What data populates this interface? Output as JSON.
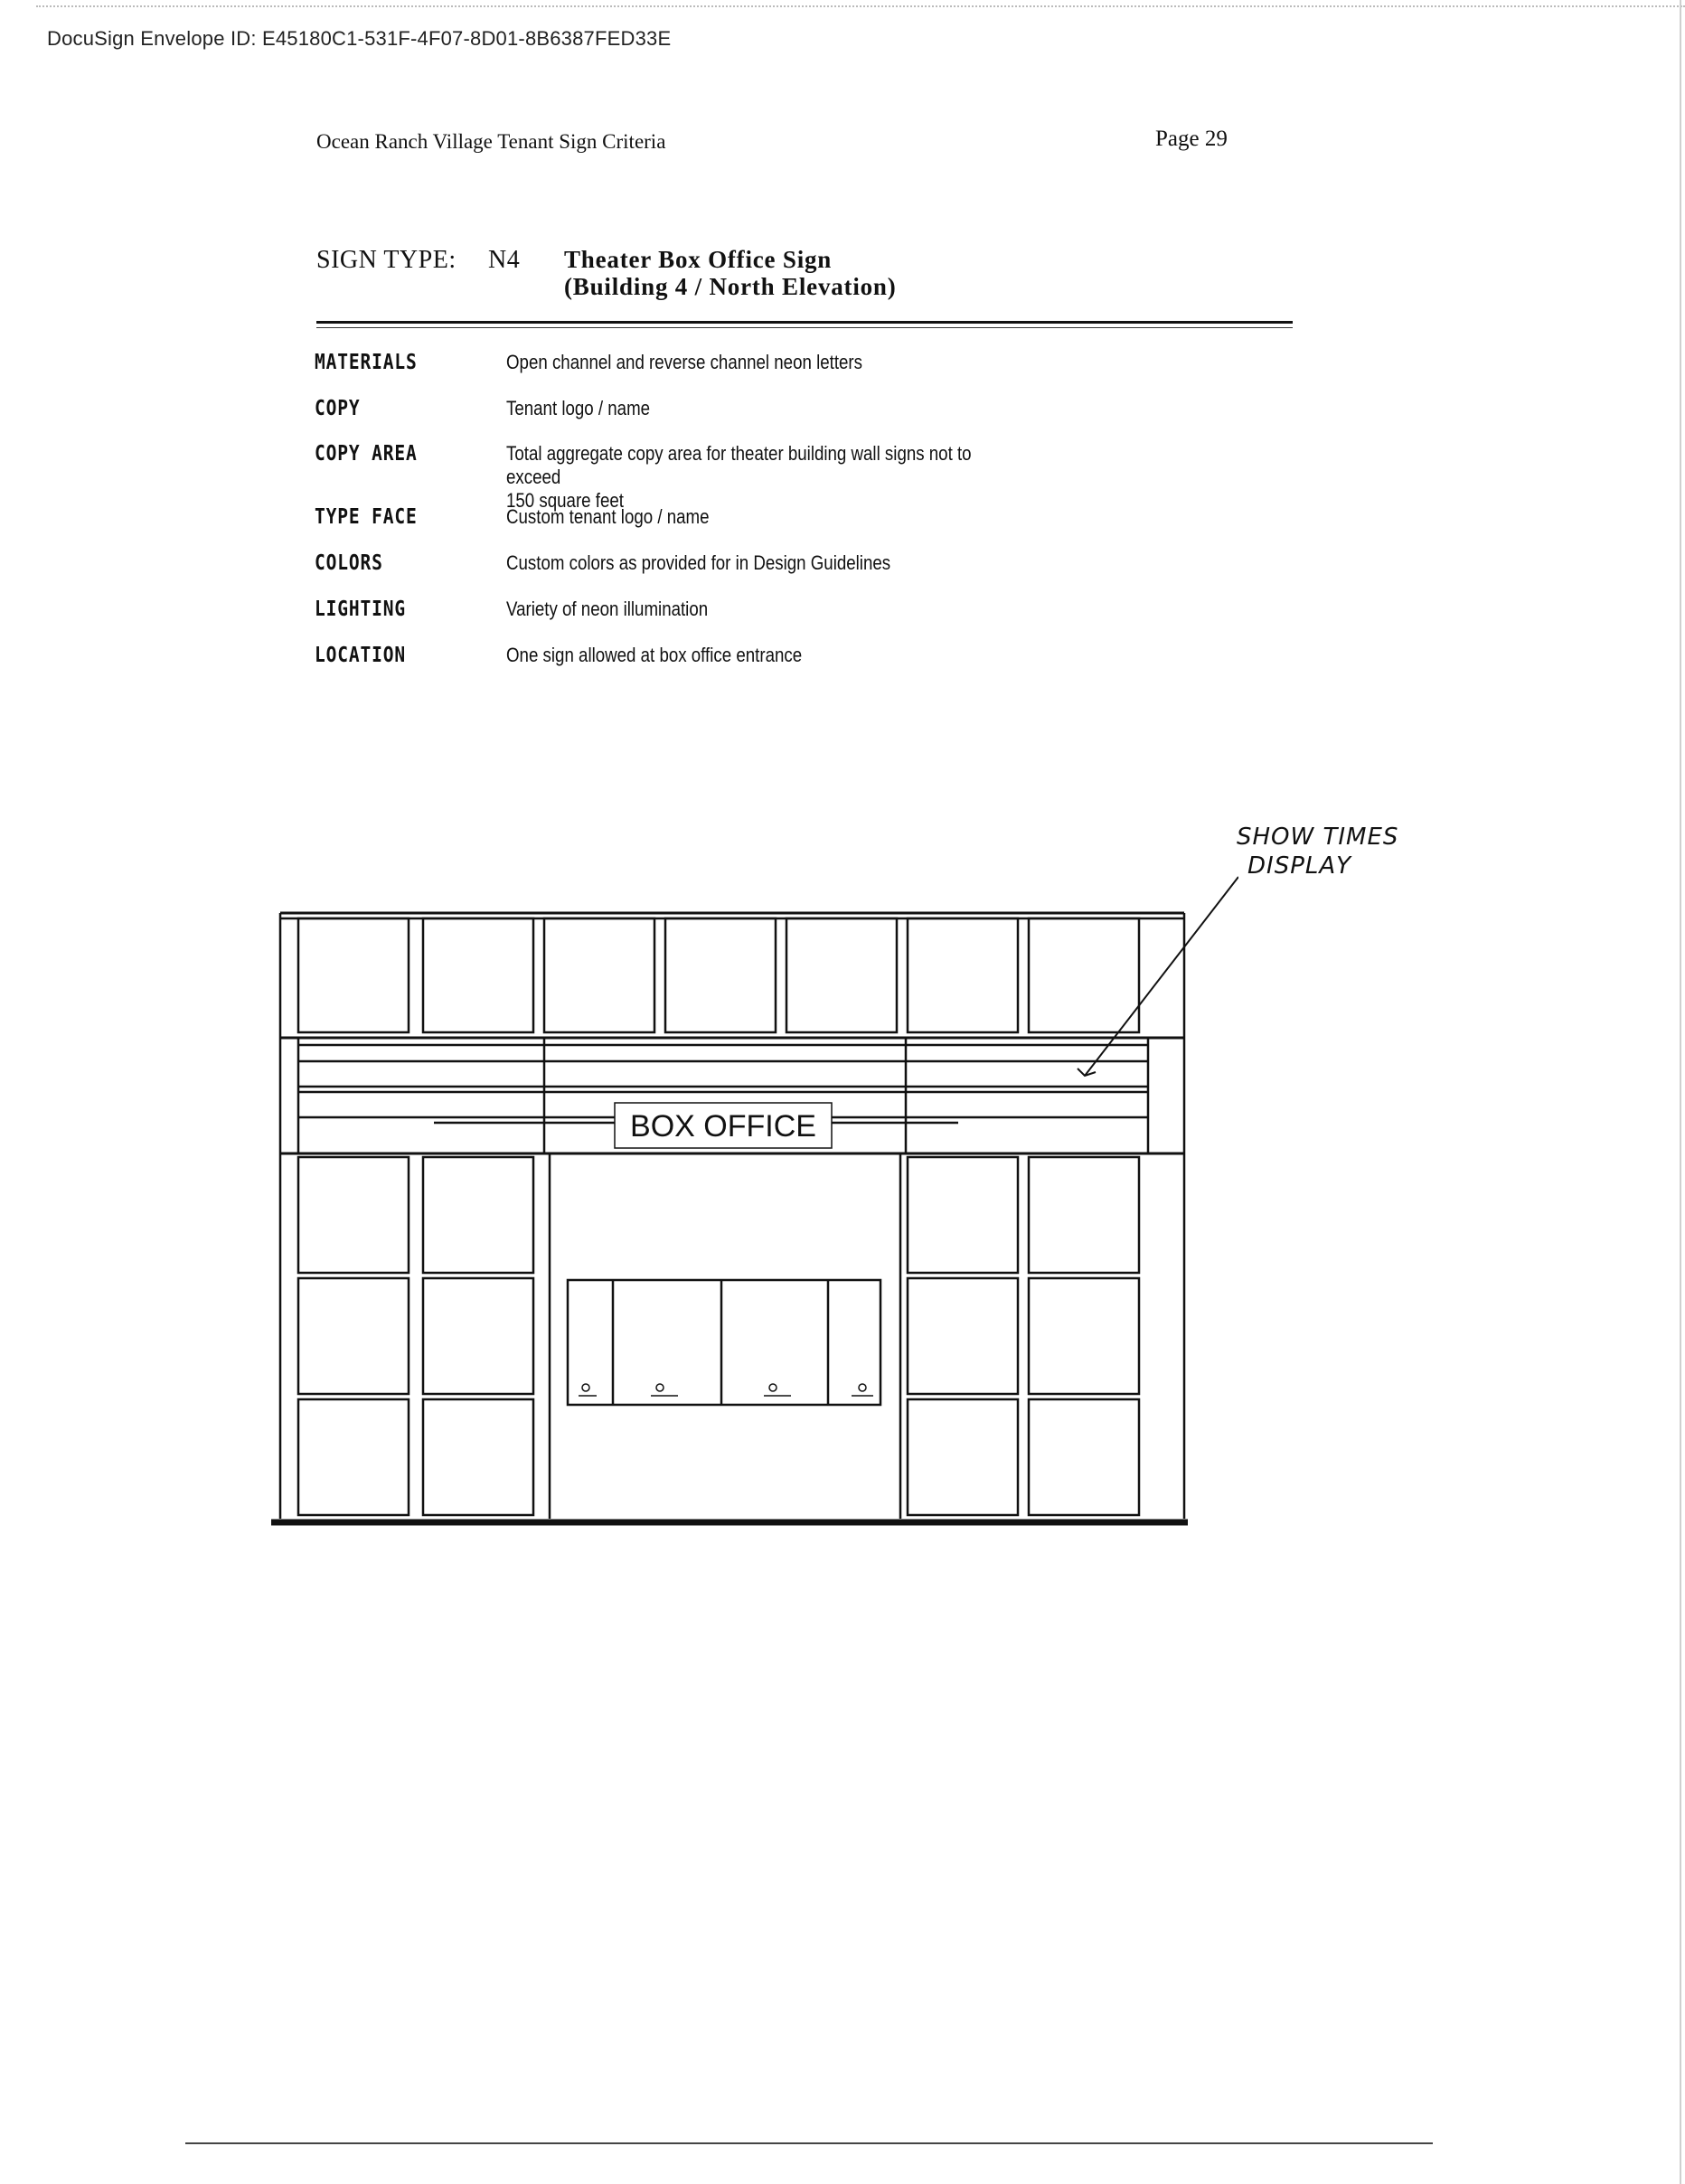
{
  "envelope_id": "DocuSign Envelope ID: E45180C1-531F-4F07-8D01-8B6387FED33E",
  "header": {
    "title": "Ocean Ranch Village Tenant Sign Criteria",
    "page": "Page 29"
  },
  "sign": {
    "label": "SIGN TYPE:",
    "code": "N4",
    "name_line1": "Theater Box Office Sign",
    "name_line2": "(Building 4 / North Elevation)"
  },
  "specs": [
    {
      "label": "MATERIALS",
      "value": "Open channel and reverse channel neon letters"
    },
    {
      "label": "COPY",
      "value": "Tenant logo / name"
    },
    {
      "label": "COPY AREA",
      "value": "Total aggregate copy area for theater building wall signs not to exceed\n150 square feet"
    },
    {
      "label": "TYPE FACE",
      "value": "Custom tenant logo / name"
    },
    {
      "label": "COLORS",
      "value": "Custom colors as provided for in Design Guidelines"
    },
    {
      "label": "LIGHTING",
      "value": "Variety of neon illumination"
    },
    {
      "label": "LOCATION",
      "value": "One sign allowed at box office entrance"
    }
  ],
  "drawing": {
    "sign_text": "BOX OFFICE",
    "annotation_line1": "SHOW TIMES",
    "annotation_line2": "DISPLAY"
  }
}
